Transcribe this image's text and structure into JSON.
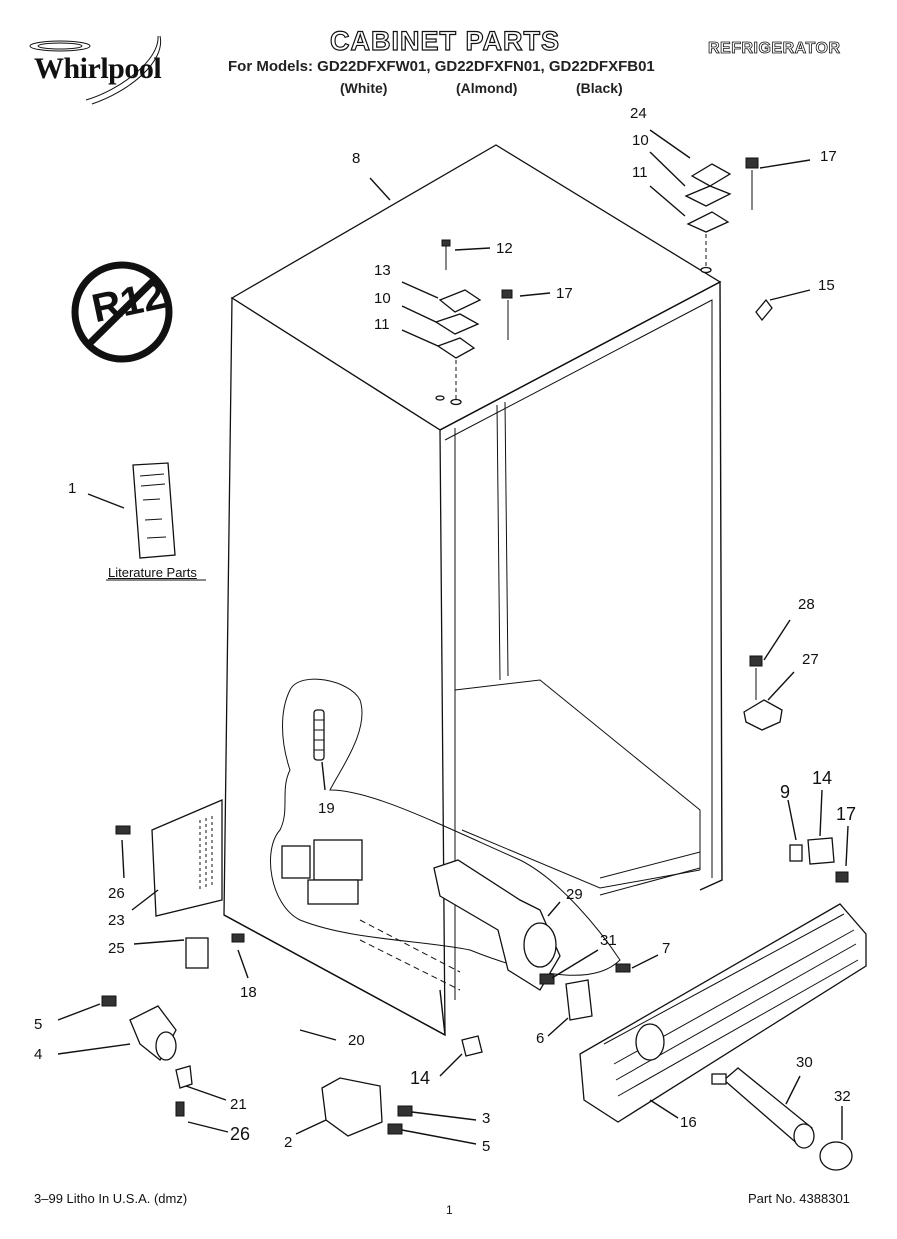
{
  "header": {
    "brand": "Whirlpool",
    "title": "CABINET PARTS",
    "category": "REFRIGERATOR",
    "models_line": "For Models: GD22DFXFW01, GD22DFXFN01, GD22DFXFB01",
    "colors": [
      "(White)",
      "(Almond)",
      "(Black)"
    ]
  },
  "badge": {
    "text": "R12"
  },
  "literature_label": "Literature Parts",
  "callouts": {
    "c1": "1",
    "c2": "2",
    "c3": "3",
    "c4": "4",
    "c5a": "5",
    "c5b": "5",
    "c6": "6",
    "c7": "7",
    "c8": "8",
    "c9": "9",
    "c10a": "10",
    "c10b": "10",
    "c11a": "11",
    "c11b": "11",
    "c12": "12",
    "c13": "13",
    "c14a": "14",
    "c14b": "14",
    "c15": "15",
    "c16": "16",
    "c17a": "17",
    "c17b": "17",
    "c17c": "17",
    "c18": "18",
    "c19": "19",
    "c20": "20",
    "c21": "21",
    "c23": "23",
    "c24": "24",
    "c25": "25",
    "c26a": "26",
    "c26b": "26",
    "c27": "27",
    "c28": "28",
    "c29": "29",
    "c30": "30",
    "c31": "31",
    "c32": "32"
  },
  "footer": {
    "left": "3–99 Litho In U.S.A. (dmz)",
    "page": "1",
    "part_no": "Part No. 4388301"
  }
}
